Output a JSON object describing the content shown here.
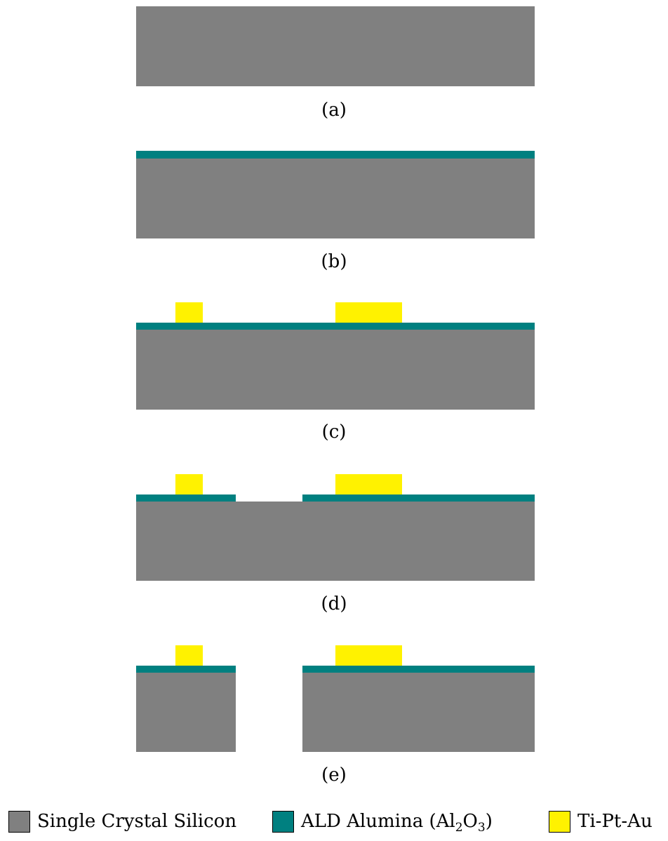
{
  "captions": {
    "a": "(a)",
    "b": "(b)",
    "c": "(c)",
    "d": "(d)",
    "e": "(e)"
  },
  "colors": {
    "silicon": "#808080",
    "alumina": "#008080",
    "metal": "#fff200"
  },
  "legend": {
    "silicon_label": "Single Crystal Silicon",
    "alumina_label_main": "ALD Alumina (Al",
    "alumina_sub_1": "2",
    "alumina_mid": "O",
    "alumina_sub_2": "3",
    "alumina_close": ")",
    "metal_label": "Ti-Pt-Au"
  }
}
